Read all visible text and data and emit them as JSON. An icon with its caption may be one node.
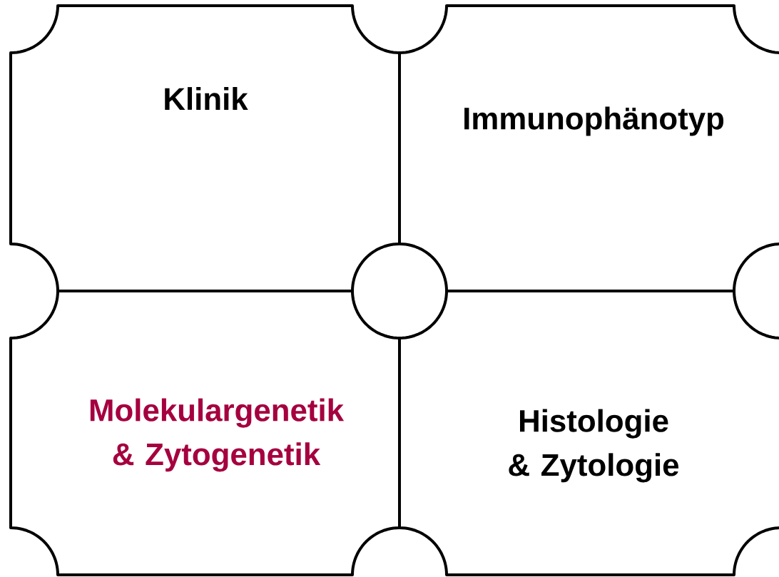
{
  "diagram": {
    "nodes": [
      {
        "text": [
          "Klinik"
        ]
      },
      {
        "text": [
          "Immunophänotyp"
        ]
      },
      {
        "text": [
          "Molekulargenetik & Zytogenetik"
        ]
      },
      {
        "text": [
          "Histologie & Zytologie"
        ]
      }
    ]
  }
}
